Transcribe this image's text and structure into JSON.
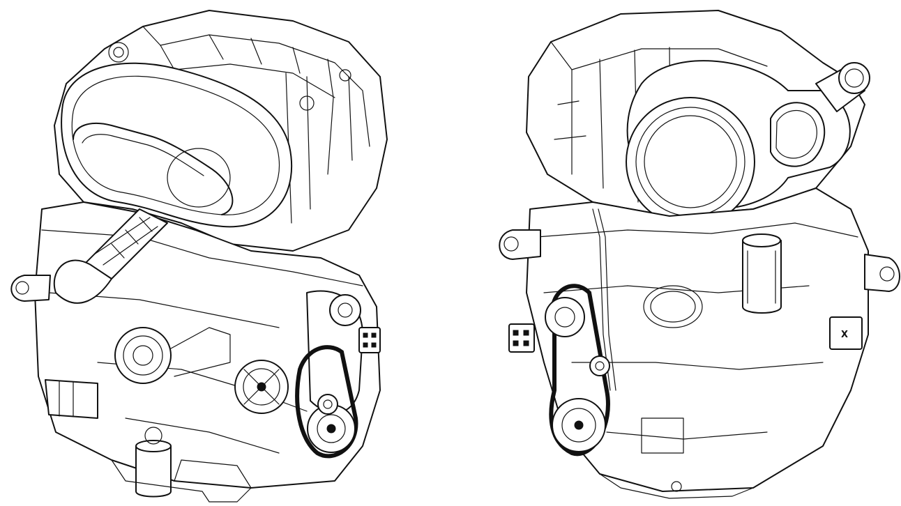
{
  "illustration": {
    "views": [
      {
        "id": "left",
        "icon": "engine-left-view-icon"
      },
      {
        "id": "right",
        "icon": "engine-right-view-icon"
      }
    ],
    "colors": {
      "line": "#111111",
      "background": "#ffffff"
    },
    "markings": {
      "right_view_badge": "X"
    }
  }
}
